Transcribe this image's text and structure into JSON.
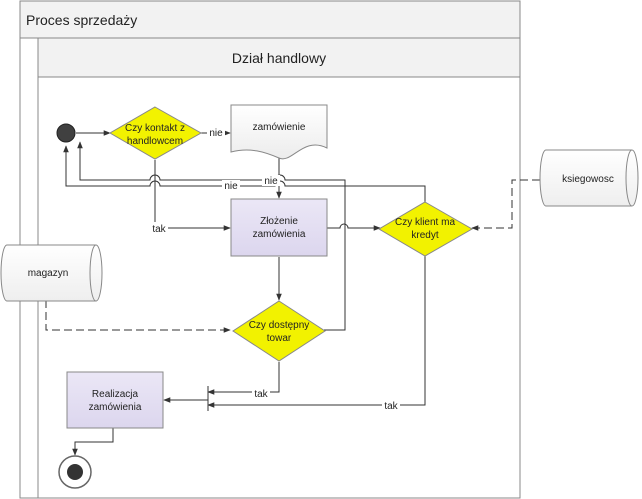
{
  "pool": {
    "title": "Proces sprzedaży"
  },
  "lane": {
    "title": "Dział handlowy"
  },
  "nodes": {
    "contact_decision": [
      "Czy kontakt z",
      "handlowcem"
    ],
    "order_document": "zamówienie",
    "place_order": [
      "Złożenie",
      "zamówienia"
    ],
    "credit_decision": [
      "Czy klient ma",
      "kredyt"
    ],
    "stock_decision": [
      "Czy dostępny",
      "towar"
    ],
    "fulfill_order": [
      "Realizacja",
      "zamówienia"
    ],
    "warehouse": "magazyn",
    "accounting": "ksiegowosc"
  },
  "edge_labels": {
    "contact_no": "nie",
    "contact_yes": "tak",
    "credit_no": "nie",
    "credit_no_2": "nie",
    "stock_yes": "tak",
    "credit_yes": "tak"
  },
  "colors": {
    "decision_fill": "#f2f200",
    "activity_fill": "#e5e0f2",
    "header_fill": "#f2f2f2",
    "document_fill": "#f4f4f4"
  }
}
